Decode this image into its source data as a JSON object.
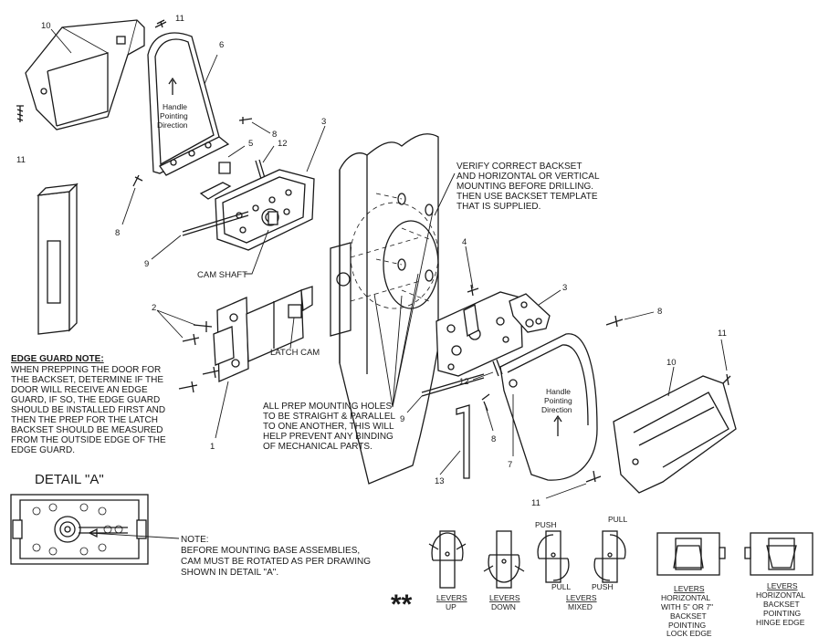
{
  "callouts": {
    "c10_top": "10",
    "c11_top": "11",
    "c11_left": "11",
    "c6": "6",
    "c3_top": "3",
    "c8_a": "8",
    "c5": "5",
    "c12_top": "12",
    "c8_left": "8",
    "c9_top": "9",
    "c2": "2",
    "c1": "1",
    "c4": "4",
    "c3_right": "3",
    "c8_right": "8",
    "c11_right": "11",
    "c10_right": "10",
    "c12_mid": "12",
    "c9_mid": "9",
    "c8_mid": "8",
    "c7": "7",
    "c13": "13",
    "c11_bottom": "11"
  },
  "labels": {
    "handle_dir_left": [
      "Handle",
      "Pointing",
      "Direction"
    ],
    "handle_dir_right": [
      "Handle",
      "Pointing",
      "Direction"
    ],
    "cam_shaft": "CAM SHAFT",
    "latch_cam": "LATCH CAM",
    "verify_note": [
      "VERIFY CORRECT BACKSET",
      "AND HORIZONTAL OR VERTICAL",
      "MOUNTING BEFORE DRILLING.",
      "THEN USE BACKSET TEMPLATE",
      "THAT IS SUPPLIED."
    ],
    "prep_note": [
      "ALL PREP MOUNTING HOLES",
      "TO BE STRAIGHT & PARALLEL",
      "TO ONE ANOTHER, THIS WILL",
      "HELP PREVENT ANY BINDING",
      "OF MECHANICAL PARTS."
    ],
    "edge_guard_title": "EDGE GUARD NOTE:",
    "edge_guard_note": [
      "WHEN PREPPING THE DOOR FOR",
      "THE BACKSET, DETERMINE IF THE",
      "DOOR WILL RECEIVE AN EDGE",
      "GUARD, IF SO, THE EDGE GUARD",
      "SHOULD BE INSTALLED FIRST AND",
      "THEN THE PREP FOR THE LATCH",
      "BACKSET SHOULD BE MEASURED",
      "FROM THE OUTSIDE EDGE OF THE",
      "EDGE GUARD."
    ],
    "detail_title": "DETAIL \"A\"",
    "detail_note": [
      "NOTE:",
      "BEFORE MOUNTING BASE ASSEMBLIES,",
      "CAM MUST BE ROTATED AS PER DRAWING",
      "SHOWN IN DETAIL \"A\"."
    ]
  },
  "orientations": {
    "stars": "**",
    "push_1": "PUSH",
    "pull_1": "PULL",
    "pull_2": "PULL",
    "push_2": "PUSH",
    "levers_up": [
      "LEVERS",
      "UP"
    ],
    "levers_down": [
      "LEVERS",
      "DOWN"
    ],
    "levers_mixed": [
      "LEVERS",
      "MIXED"
    ],
    "horizontal_lock": [
      "LEVERS",
      "HORIZONTAL",
      "WITH 5\" OR 7\"",
      "BACKSET",
      "POINTING",
      "LOCK EDGE"
    ],
    "horizontal_hinge": [
      "LEVERS",
      "HORIZONTAL",
      "BACKSET",
      "POINTING",
      "HINGE EDGE"
    ]
  }
}
